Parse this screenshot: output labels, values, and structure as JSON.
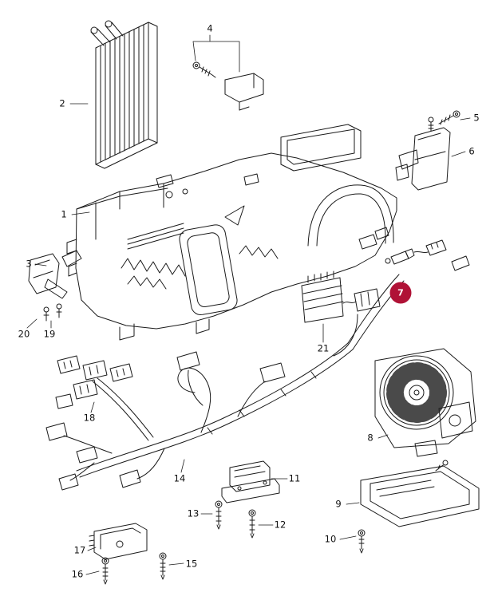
{
  "diagram": {
    "background_color": "#ffffff",
    "line_color": "#1a1a1a",
    "highlight": {
      "label": "7",
      "color": "#b01236",
      "text_color": "#ffffff"
    },
    "callouts": [
      {
        "label": "1"
      },
      {
        "label": "2"
      },
      {
        "label": "3"
      },
      {
        "label": "4"
      },
      {
        "label": "5"
      },
      {
        "label": "6"
      },
      {
        "label": "7"
      },
      {
        "label": "8"
      },
      {
        "label": "9"
      },
      {
        "label": "10"
      },
      {
        "label": "11"
      },
      {
        "label": "12"
      },
      {
        "label": "13"
      },
      {
        "label": "14"
      },
      {
        "label": "15"
      },
      {
        "label": "16"
      },
      {
        "label": "17"
      },
      {
        "label": "18"
      },
      {
        "label": "19"
      },
      {
        "label": "20"
      },
      {
        "label": "21"
      }
    ]
  }
}
